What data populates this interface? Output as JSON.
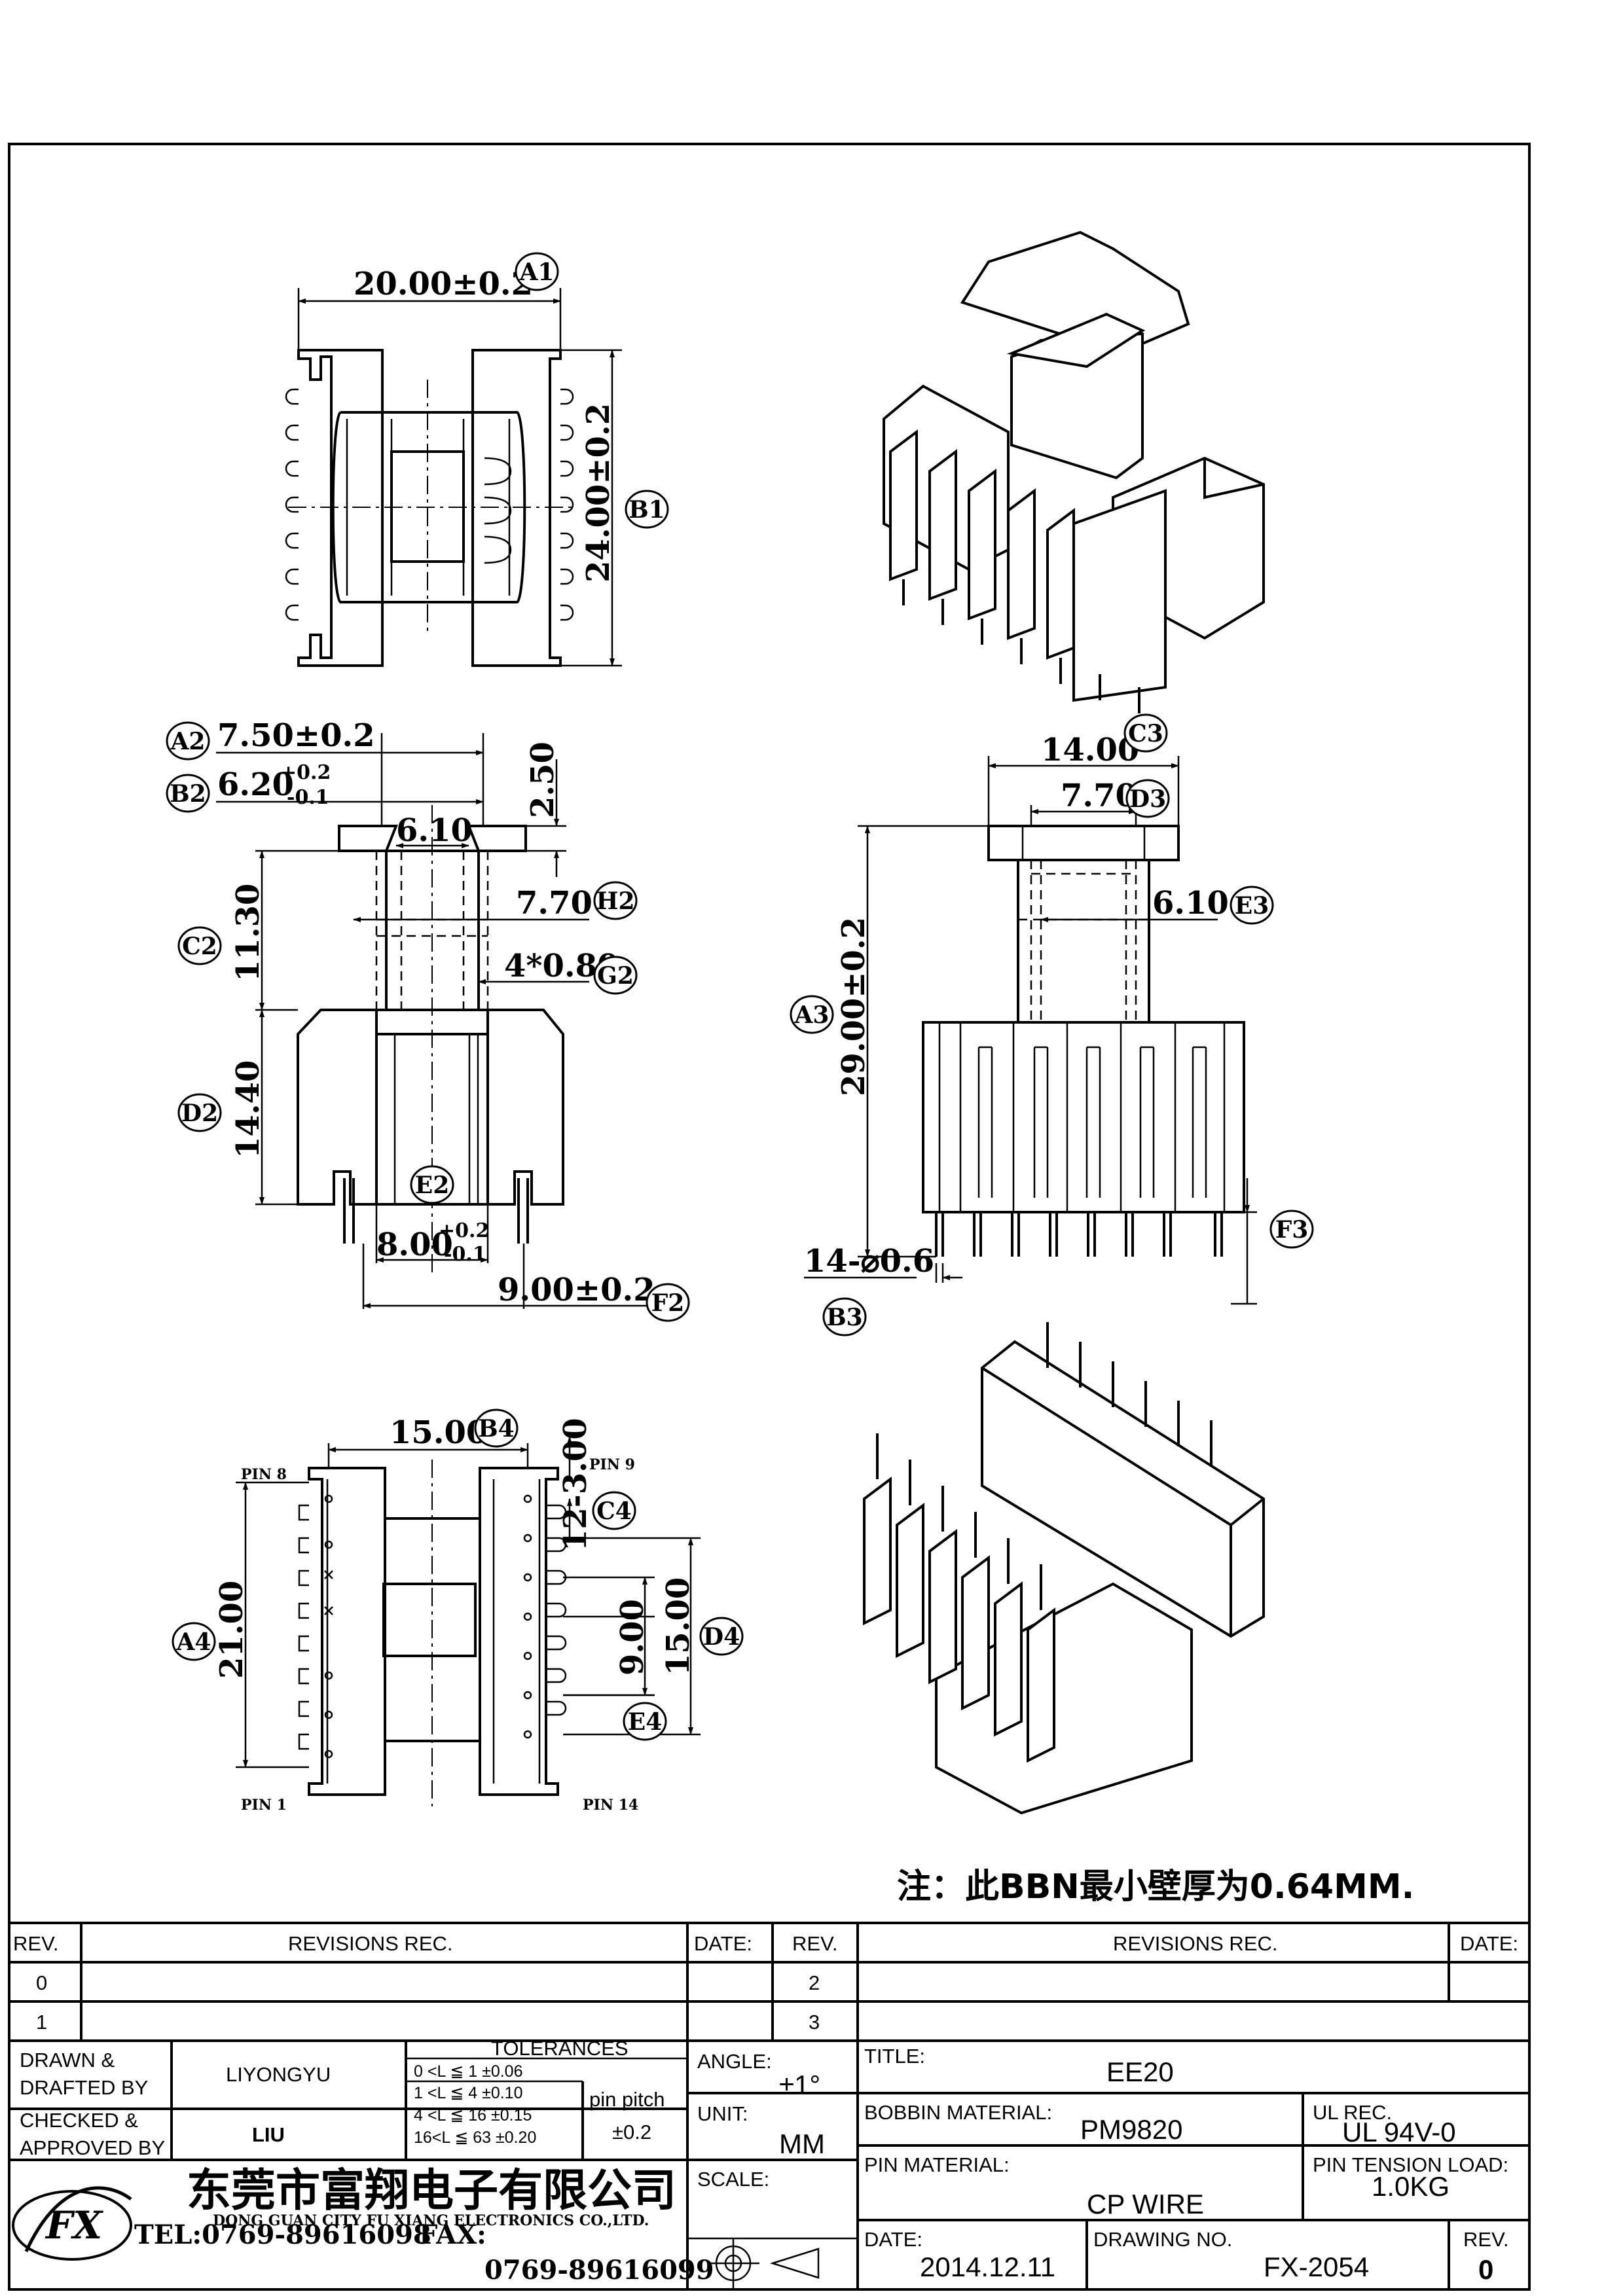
{
  "dimensions": {
    "A1": "20.00±0.2",
    "B1": "24.00±0.2",
    "A2": "7.50±0.2",
    "B2_base": "6.20",
    "B2_upper": "+0.2",
    "B2_lower": "-0.1",
    "flange_inner": "6.10",
    "flange_height": "2.50",
    "C2": "11.30",
    "H2": "7.70",
    "G2": "4*0.80",
    "D2": "14.40",
    "E2_base": "8.00",
    "E2_upper": "+0.2",
    "E2_lower": "-0.1",
    "F2": "9.00±0.2",
    "C3": "14.00",
    "D3": "7.70",
    "E3": "6.10",
    "A3": "29.00±0.2",
    "B3": "14-⌀0.6",
    "B4": "15.00",
    "C4": "12-3.00",
    "A4": "21.00",
    "D4": "15.00",
    "E4": "9.00"
  },
  "bubbles": {
    "A1": "A1",
    "B1": "B1",
    "A2": "A2",
    "B2": "B2",
    "C2": "C2",
    "D2": "D2",
    "E2": "E2",
    "F2": "F2",
    "G2": "G2",
    "H2": "H2",
    "A3": "A3",
    "B3": "B3",
    "C3": "C3",
    "D3": "D3",
    "E3": "E3",
    "F3": "F3",
    "A4": "A4",
    "B4": "B4",
    "C4": "C4",
    "D4": "D4",
    "E4": "E4"
  },
  "pin_labels": {
    "pin8": "PIN 8",
    "pin9": "PIN 9",
    "pin1": "PIN 1",
    "pin14": "PIN 14"
  },
  "note": "注：此BBN最小壁厚为0.64MM.",
  "title_block": {
    "rev_header": "REV.",
    "revisions_header": "REVISIONS  REC.",
    "date_header": "DATE:",
    "rev_rows_left": [
      "0",
      "1"
    ],
    "rev_rows_right": [
      "2",
      "3"
    ],
    "drawn_label_1": "DRAWN  &",
    "drawn_label_2": "DRAFTED  BY",
    "drawn_by": "LIYONGYU",
    "checked_label_1": "CHECKED  &",
    "checked_label_2": "APPROVED  BY",
    "checked_by": "LIU",
    "tolerances_title": "TOLERANCES",
    "tolerance_rows": [
      "0  <L ≦ 1    ±0.06",
      "1  <L ≦ 4    ±0.10",
      "4  <L ≦ 16  ±0.15",
      "16<L ≦ 63  ±0.20"
    ],
    "pin_pitch_label": "pin  pitch",
    "pin_pitch_value": "±0.2",
    "angle_label": "ANGLE:",
    "angle_value": "±1°",
    "unit_label": "UNIT:",
    "unit_value": "MM",
    "scale_label": "SCALE:",
    "title_label": "TITLE:",
    "title_value": "EE20",
    "bobbin_material_label": "BOBBIN  MATERIAL:",
    "bobbin_material_value": "PM9820",
    "ul_label": "UL  REC.",
    "ul_value": "UL  94V-0",
    "pin_material_label": "PIN  MATERIAL:",
    "pin_material_value": "CP  WIRE",
    "pin_tension_label": "PIN  TENSION  LOAD:",
    "pin_tension_value": "1.0KG",
    "date_label": "DATE:",
    "date_value": "2014.12.11",
    "drawing_no_label": "DRAWING  NO.",
    "drawing_no_value": "FX-2054",
    "rev_label": "REV.",
    "rev_value": "0",
    "company_cn": "东莞市富翔电子有限公司",
    "company_en": "DONG GUAN CITY FU XIANG ELECTRONICS CO.,LTD.",
    "tel": "TEL:0769-89616098",
    "fax_label": "FAX:",
    "fax": "0769-89616099",
    "logo_text": "FX"
  }
}
